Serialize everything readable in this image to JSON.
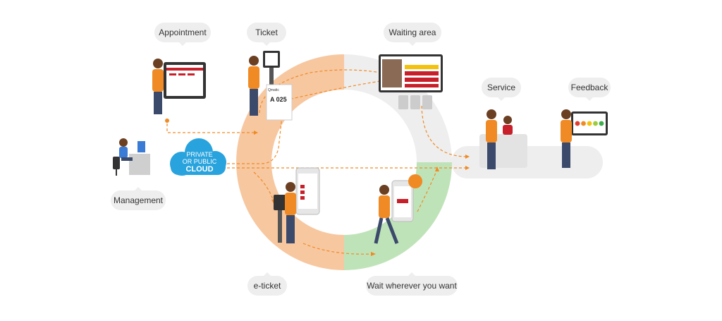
{
  "labels": {
    "appointment": "Appointment",
    "ticket": "Ticket",
    "waiting_area": "Waiting area",
    "service": "Service",
    "feedback": "Feedback",
    "management": "Management",
    "e_ticket": "e-ticket",
    "wait_anywhere": "Wait wherever you want"
  },
  "cloud": {
    "line1": "PRIVATE",
    "line2": "OR PUBLIC",
    "line3": "CLOUD"
  },
  "ticket_slip": {
    "brand": "Qmatic",
    "number": "A 025"
  },
  "colors": {
    "orange_segment": "#f7c7a0",
    "gray_segment": "#eeeeee",
    "green_segment": "#bfe3b8",
    "arrow": "#f08a24",
    "cloud": "#29a3dd",
    "person_shirt": "#f08a24",
    "person_pants": "#3b4a6b",
    "screen_red": "#c8202a"
  },
  "feedback_faces": [
    "#e23b2e",
    "#f08a24",
    "#f4c20d",
    "#9ccc3c",
    "#3cae4a"
  ]
}
